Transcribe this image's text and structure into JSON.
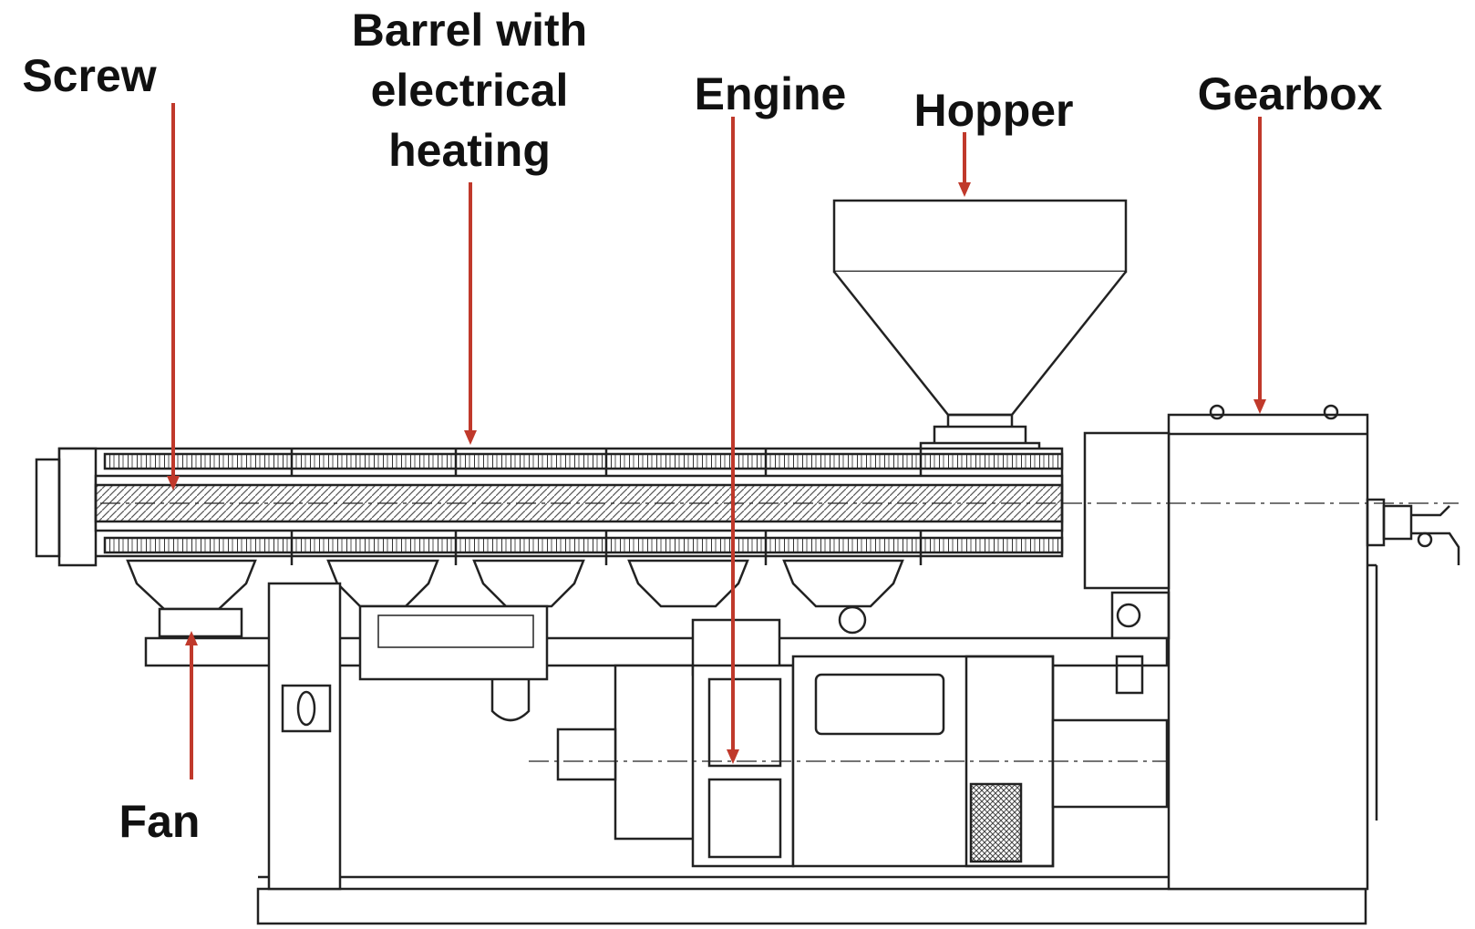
{
  "labels": {
    "screw": "Screw",
    "barrel_line1": "Barrel with",
    "barrel_line2": "electrical",
    "barrel_line3": "heating",
    "engine": "Engine",
    "hopper": "Hopper",
    "gearbox": "Gearbox",
    "fan": "Fan"
  },
  "colors": {
    "pointer": "#c0392b",
    "line": "#222222",
    "hatch": "#555555",
    "background": "#ffffff"
  }
}
